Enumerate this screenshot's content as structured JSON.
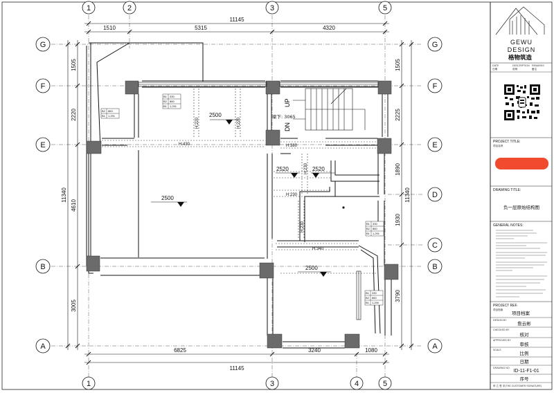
{
  "grid": {
    "top_x": [
      "1",
      "2",
      "3",
      "5"
    ],
    "bottom_x": [
      "1",
      "3",
      "4",
      "5"
    ],
    "y_labels": [
      "G",
      "F",
      "E",
      "D",
      "C",
      "B",
      "A"
    ]
  },
  "dims": {
    "top_total": "11145",
    "top_segments": [
      "1510",
      "5315",
      "4320"
    ],
    "bottom_total": "11145",
    "bottom_segments": [
      "6825",
      "3240",
      "1080"
    ],
    "left_total": "11340",
    "left_segments": [
      "1505",
      "2220",
      "4610",
      "3005"
    ],
    "right_total": "11340",
    "right_segments": [
      "1505",
      "2225",
      "1890",
      "1930",
      "3790"
    ]
  },
  "plan": {
    "elevations": [
      "2500",
      "2500",
      "2520",
      "2520",
      "2500"
    ],
    "beam_labels": [
      "H:220",
      "H:220",
      "H:430",
      "H:380",
      "H:230",
      "H:230",
      "H:230",
      "H:340"
    ],
    "stair_up": "UP",
    "stair_dn": "DN",
    "beam_note": "梁下: 3065",
    "window_tables": [
      [
        [
          "B1",
          "330"
        ],
        [
          "B2",
          "860"
        ],
        [
          "B1",
          "1,291"
        ]
      ],
      [
        [
          "B2",
          "860"
        ],
        [
          "B1",
          "1,291"
        ]
      ],
      [
        [
          "B1",
          "330"
        ],
        [
          "B2",
          "860"
        ],
        [
          "B1",
          "1,291"
        ]
      ],
      [
        [
          "B1",
          "330"
        ],
        [
          "B2",
          "860"
        ],
        [
          "B1",
          "1,290"
        ]
      ]
    ]
  },
  "title_block": {
    "brand_line1": "GEWU",
    "brand_line2": "DESIGN",
    "brand_cn": "格物筑造",
    "header_cols": [
      "DATE",
      "DESCRIPTION",
      "REMARKS"
    ],
    "header_cn": [
      "日期",
      "说明",
      "备注"
    ],
    "project_title_label": "PROJECT TITLE:",
    "project_title_cn": "项目名称",
    "drawing_title_label": "DRAWING TITLE:",
    "drawing_title_value": "负一层原始结构图",
    "general_notes_label": "GENERAL NOTES:",
    "project_ref_label": "PROJECT REF.",
    "project_ref_cn": "项目档案",
    "project_ref_value": "项目档案",
    "design_by_label": "DESIGN BY",
    "design_by_value": "詹云彬",
    "checked_by_label": "CHECKED BY",
    "checked_by_value": "核对",
    "approved_by_label": "APPROVED BY",
    "approved_by_value": "审核",
    "scale_label": "SCALE",
    "scale_value": "比例",
    "date_value": "日期",
    "drawing_no_label": "DRAWING NO.",
    "drawing_no_value": "ID-11-F1-01",
    "serial_value": "序号",
    "signature_line": "甲   乙   签   字(THE CUSTOMER SIGNATURE)",
    "accent_color": "#f04a2f"
  }
}
